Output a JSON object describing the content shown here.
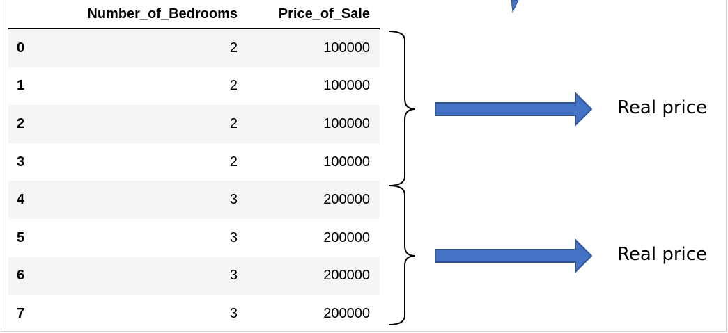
{
  "table": {
    "columns": [
      "",
      "Number_of_Bedrooms",
      "Price_of_Sale"
    ],
    "rows": [
      {
        "index": "0",
        "bedrooms": "2",
        "price": "100000"
      },
      {
        "index": "1",
        "bedrooms": "2",
        "price": "100000"
      },
      {
        "index": "2",
        "bedrooms": "2",
        "price": "100000"
      },
      {
        "index": "3",
        "bedrooms": "2",
        "price": "100000"
      },
      {
        "index": "4",
        "bedrooms": "3",
        "price": "200000"
      },
      {
        "index": "5",
        "bedrooms": "3",
        "price": "200000"
      },
      {
        "index": "6",
        "bedrooms": "3",
        "price": "200000"
      },
      {
        "index": "7",
        "bedrooms": "3",
        "price": "200000"
      }
    ]
  },
  "callouts": [
    {
      "label": "Real price"
    },
    {
      "label": "Real price"
    }
  ],
  "colors": {
    "arrow_fill": "#4472c4",
    "arrow_stroke": "#2f528f",
    "stripe": "#f5f5f5"
  }
}
